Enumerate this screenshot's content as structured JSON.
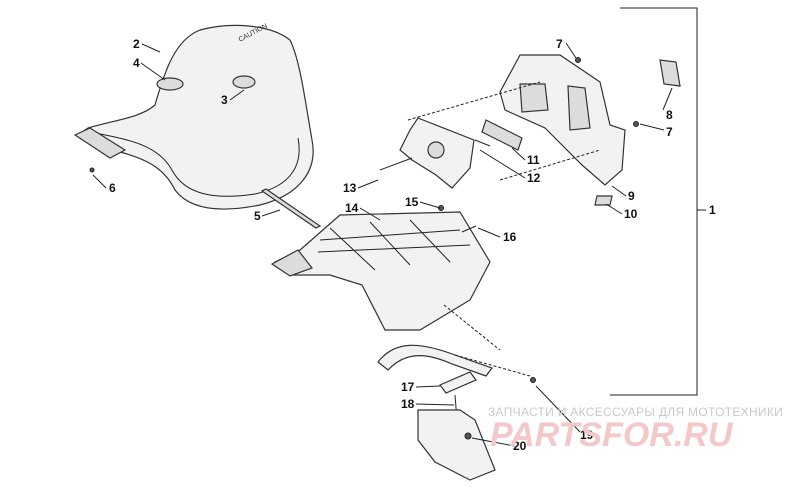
{
  "callouts": [
    {
      "id": "c1",
      "text": "1"
    },
    {
      "id": "c2",
      "text": "2"
    },
    {
      "id": "c3",
      "text": "3"
    },
    {
      "id": "c4",
      "text": "4"
    },
    {
      "id": "c5",
      "text": "5"
    },
    {
      "id": "c6",
      "text": "6"
    },
    {
      "id": "c7a",
      "text": "7"
    },
    {
      "id": "c7b",
      "text": "7"
    },
    {
      "id": "c8",
      "text": "8"
    },
    {
      "id": "c9",
      "text": "9"
    },
    {
      "id": "c10",
      "text": "10"
    },
    {
      "id": "c11",
      "text": "11"
    },
    {
      "id": "c12",
      "text": "12"
    },
    {
      "id": "c13",
      "text": "13"
    },
    {
      "id": "c14",
      "text": "14"
    },
    {
      "id": "c15",
      "text": "15"
    },
    {
      "id": "c16",
      "text": "16"
    },
    {
      "id": "c17",
      "text": "17"
    },
    {
      "id": "c18",
      "text": "18"
    },
    {
      "id": "c19",
      "text": "19"
    },
    {
      "id": "c20",
      "text": "20"
    }
  ],
  "seat_caution_text": "CAUTION",
  "watermark": {
    "line1": "ЗАПЧАСТИ И АКСЕССУАРЫ ДЛЯ МОТОТЕХНИКИ",
    "logo": "PARTSFOR.RU"
  }
}
